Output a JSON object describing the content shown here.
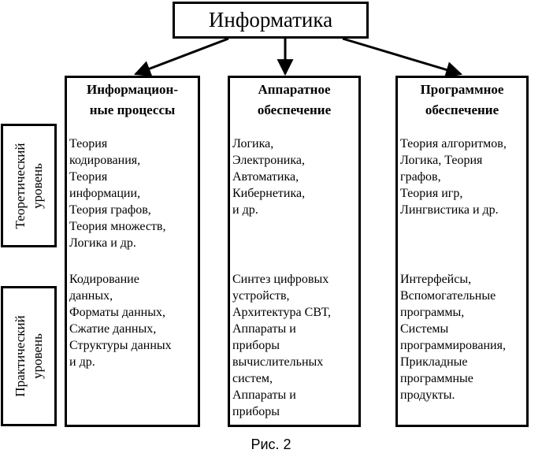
{
  "root": {
    "label": "Информатика"
  },
  "columns": [
    {
      "title": "Информацион-\nные процессы",
      "theory": "Теория\nкодирования,\nТеория\nинформации,\nТеория графов,\nТеория множеств,\nЛогика и др.",
      "practice": "Кодирование\nданных,\nФорматы данных,\nСжатие данных,\nСтруктуры    данных\nи др."
    },
    {
      "title": "Аппаратное\nобеспечение",
      "theory": "Логика,\nЭлектроника,\nАвтоматика,\nКибернетика,\n и др.",
      "practice": "Синтез цифровых\nустройств,\nАрхитектура СВТ,\nАппараты и\nприборы\nвычислительных\nсистем,\nАппараты и\nприборы"
    },
    {
      "title": "Программное\nобеспечение",
      "theory": "Теория алгоритмов,\nЛогика, Теория\nграфов,\nТеория игр,\nЛингвистика и др.",
      "practice": "Интерфейсы,\nВспомогательные\nпрограммы,\nСистемы\nпрограммирования,\nПрикладные\nпрограммные\nпродукты."
    }
  ],
  "levels": {
    "theory": "Теоретический\nуровень",
    "practice": "Практический\nуровень"
  },
  "caption": "Рис. 2"
}
